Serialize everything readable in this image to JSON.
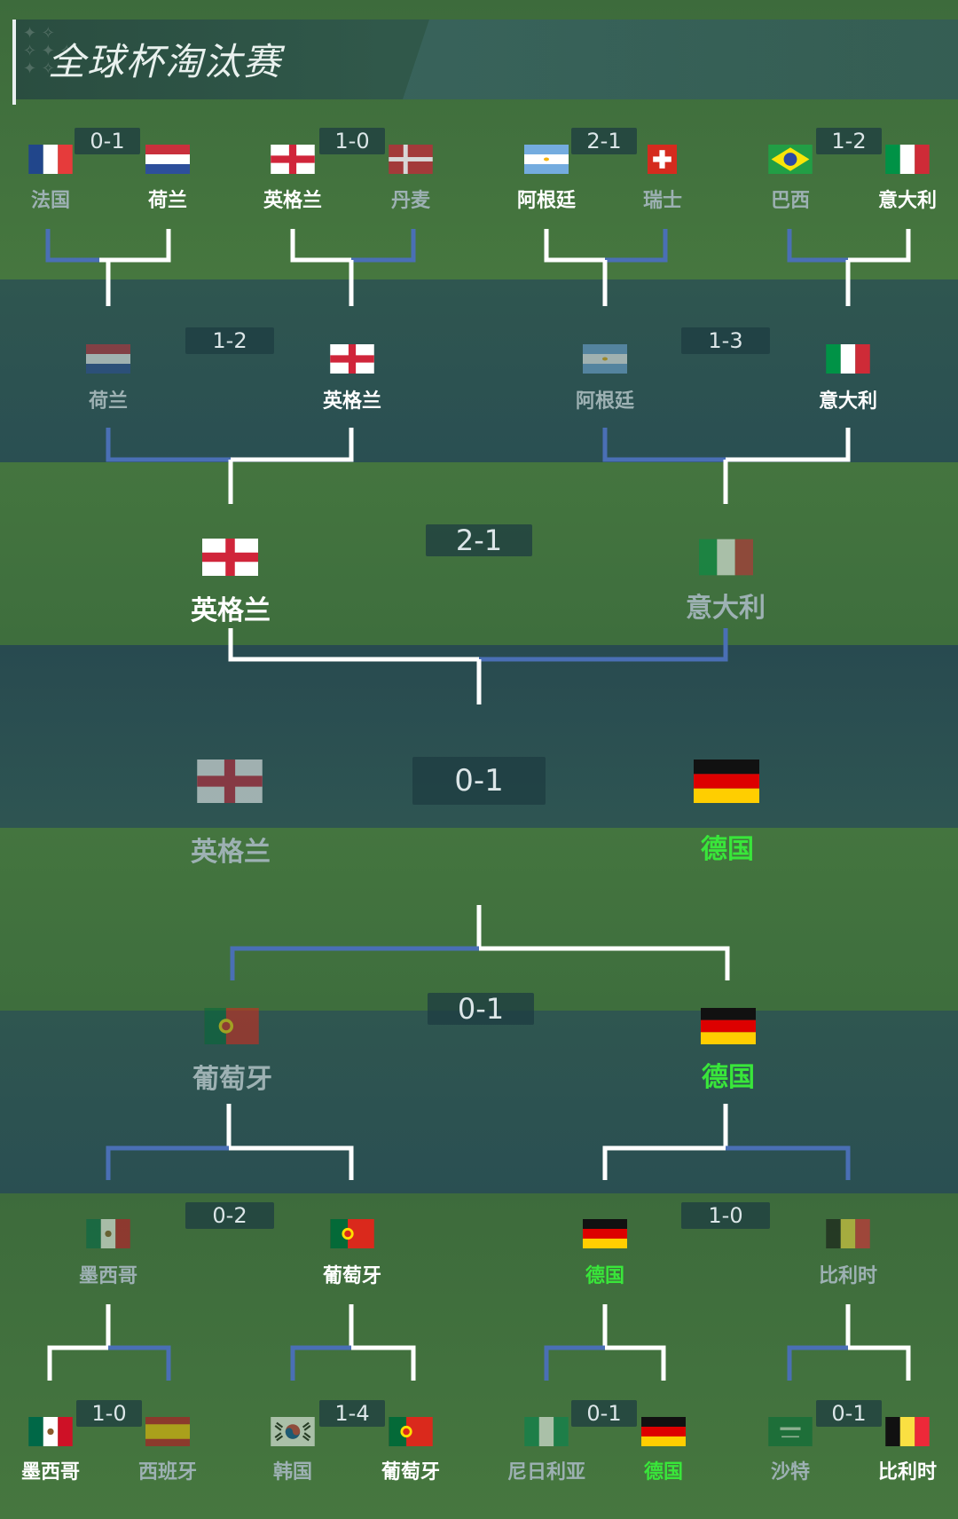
{
  "header": {
    "title": "全球杯淘汰赛"
  },
  "colors": {
    "winner": "#ffffff",
    "loser": "#9db1b3",
    "champion": "#39e63a",
    "bracket_win": "#ffffff",
    "bracket_lose": "#4a6fb5"
  },
  "round_top_16": [
    {
      "score": "0-1",
      "left": "法国",
      "right": "荷兰"
    },
    {
      "score": "1-0",
      "left": "英格兰",
      "right": "丹麦"
    },
    {
      "score": "2-1",
      "left": "阿根廷",
      "right": "瑞士"
    },
    {
      "score": "1-2",
      "left": "巴西",
      "right": "意大利"
    }
  ],
  "round_top_qf": [
    {
      "score": "1-2",
      "left": "荷兰",
      "right": "英格兰"
    },
    {
      "score": "1-3",
      "left": "阿根廷",
      "right": "意大利"
    }
  ],
  "round_top_sf": {
    "score": "2-1",
    "left": "英格兰",
    "right": "意大利"
  },
  "final": {
    "score": "0-1",
    "left": "英格兰",
    "right": "德国"
  },
  "round_bottom_sf": {
    "score": "0-1",
    "left": "葡萄牙",
    "right": "德国"
  },
  "round_bottom_qf": [
    {
      "score": "0-2",
      "left": "墨西哥",
      "right": "葡萄牙"
    },
    {
      "score": "1-0",
      "left": "德国",
      "right": "比利时"
    }
  ],
  "round_bottom_16": [
    {
      "score": "1-0",
      "left": "墨西哥",
      "right": "西班牙"
    },
    {
      "score": "1-4",
      "left": "韩国",
      "right": "葡萄牙"
    },
    {
      "score": "0-1",
      "left": "尼日利亚",
      "right": "德国"
    },
    {
      "score": "0-1",
      "left": "沙特",
      "right": "比利时"
    }
  ],
  "flag_icons": [
    "france-flag",
    "netherlands-flag",
    "england-flag",
    "denmark-flag",
    "argentina-flag",
    "switzerland-flag",
    "brazil-flag",
    "italy-flag",
    "germany-flag",
    "portugal-flag",
    "mexico-flag",
    "spain-flag",
    "south-korea-flag",
    "nigeria-flag",
    "saudi-arabia-flag",
    "belgium-flag"
  ]
}
